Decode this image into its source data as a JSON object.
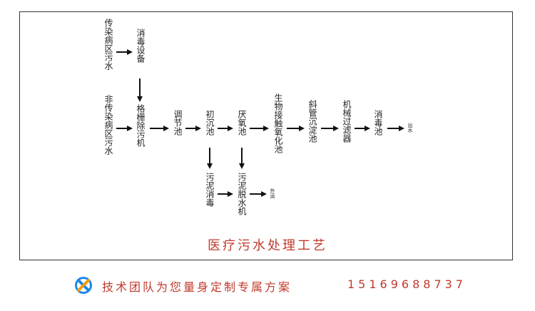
{
  "nodes": {
    "infectious_sewage": "传染病区污水",
    "noninfectious_sewage": "非传染病区污水",
    "disinfection_equipment": "消毒设备",
    "grille_removal": "格栅除污机",
    "regulating_tank": "调节池",
    "primary_settling": "初沉池",
    "anaerobic_tank": "厌氧池",
    "bio_contact_oxidation": "生物接触氧化池",
    "inclined_tube_settling": "斜管沉淀池",
    "mechanical_filter": "机械过滤器",
    "disinfection_tank": "消毒池",
    "effluent": "出水",
    "sludge_disinfection": "污泥消毒",
    "sludge_dewatering": "污泥脱水机",
    "haul_away": "外运"
  },
  "title": "医疗污水处理工艺",
  "footer": {
    "slogan": "技术团队为您量身定制专属方案",
    "phone": "15169688737"
  },
  "colors": {
    "accent": "#c0392b",
    "logo_blue": "#1e88e5",
    "logo_orange": "#f39c12"
  }
}
